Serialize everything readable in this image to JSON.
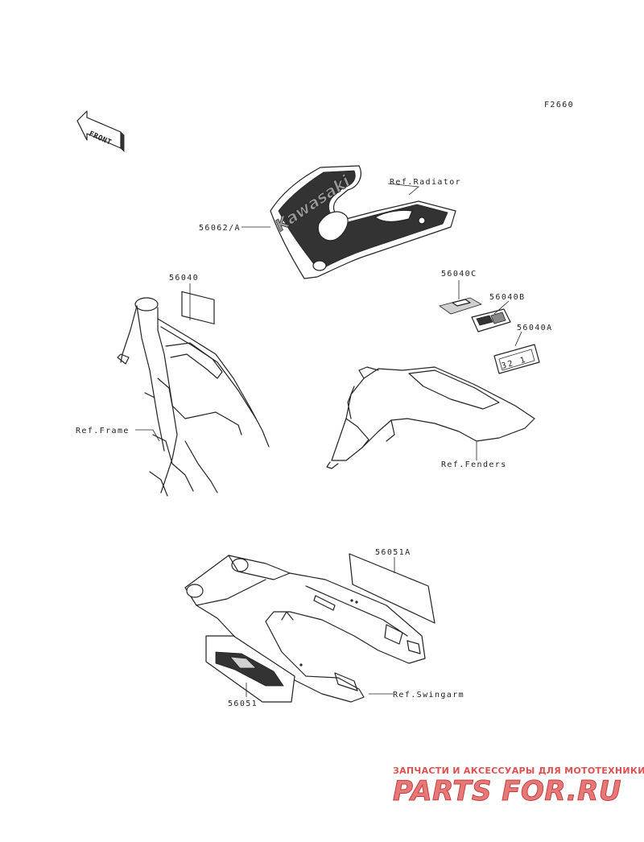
{
  "figure_code": "F2660",
  "front_arrow": "FRONT",
  "labels": {
    "radiator_ref": "Ref.Radiator",
    "radiator_decal": "56062/A",
    "frame_decal": "56040",
    "frame_ref": "Ref.Frame",
    "decal_c": "56040C",
    "decal_b": "56040B",
    "decal_a": "56040A",
    "fender_ref": "Ref.Fenders",
    "swingarm_decal_a": "56051A",
    "swingarm_decal": "56051",
    "swingarm_ref": "Ref.Swingarm"
  },
  "brand_on_shroud": "Kawasaki",
  "plate_text": "32 1",
  "watermark": {
    "subtitle": "ЗАПЧАСТИ И АКСЕССУАРЫ ДЛЯ МОТОТЕХНИКИ",
    "logo": "PARTS FOR.RU",
    "color": "#e05050"
  }
}
